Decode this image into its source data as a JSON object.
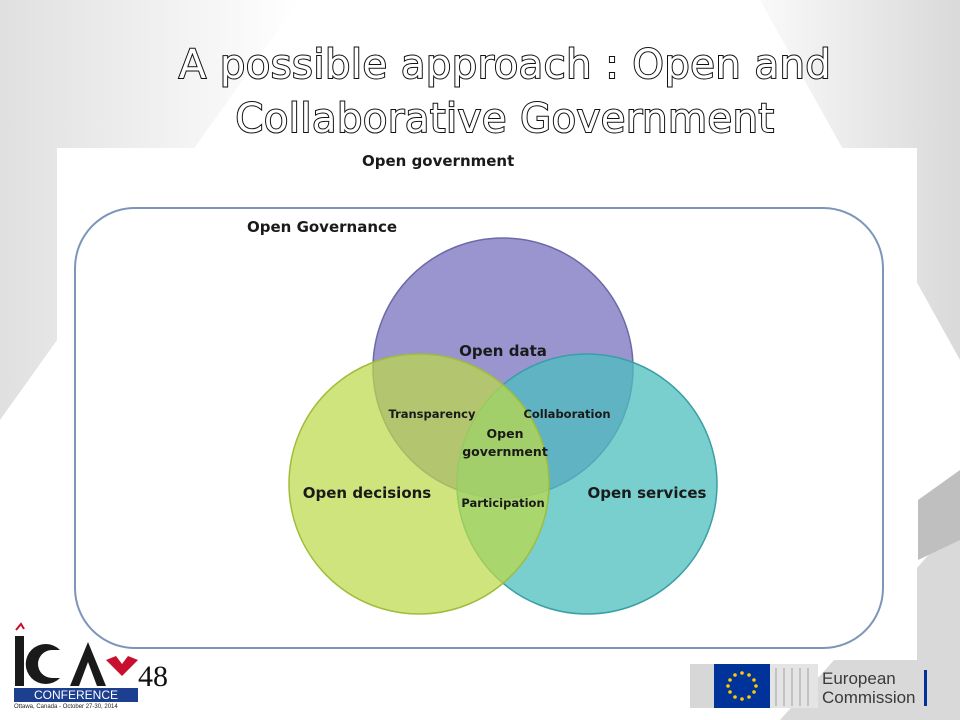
{
  "slide": {
    "title_line1": "A possible approach : Open and",
    "title_line2": "Collaborative Government"
  },
  "diagram": {
    "outer_label": "Open government",
    "inner_label": "Open Governance",
    "circles": [
      {
        "label": "Open data",
        "color": "#8c86c8"
      },
      {
        "label": "Open decisions",
        "color": "#bcd94a"
      },
      {
        "label": "Open services",
        "color": "#4cbdbd"
      }
    ],
    "overlaps": {
      "data_decisions": "Transparency",
      "data_services": "Collaboration",
      "decisions_services": "Participation",
      "center_line1": "Open",
      "center_line2": "government"
    }
  },
  "footer": {
    "ica_logo": {
      "letters": "ICA",
      "number": "48",
      "banner": "CONFERENCE",
      "subtitle": "Ottawa, Canada - October 27-30, 2014"
    },
    "ec_logo": {
      "line1": "European",
      "line2": "Commission"
    }
  },
  "colors": {
    "background": "#ffffff",
    "governance_border": "#7d95b8",
    "eu_blue": "#003399",
    "eu_star": "#ffcc00"
  }
}
